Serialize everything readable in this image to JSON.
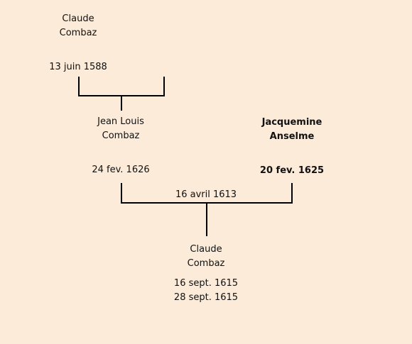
{
  "tree": {
    "grandparent": {
      "first_name": "Claude",
      "last_name": "Combaz",
      "death_date": "13 juin 1588"
    },
    "father": {
      "first_name": "Jean Louis",
      "last_name": "Combaz",
      "death_date": "24 fev. 1626"
    },
    "mother": {
      "first_name": "Jacquemine",
      "last_name": "Anselme",
      "death_date": "20 fev. 1625"
    },
    "marriage_date": "16 avril 1613",
    "child": {
      "first_name": "Claude",
      "last_name": "Combaz",
      "birth_date": "16 sept. 1615",
      "baptism_date": "28 sept. 1615"
    }
  },
  "colors": {
    "background": "#fcebd9",
    "lines": "#000000",
    "text": "#111111"
  }
}
